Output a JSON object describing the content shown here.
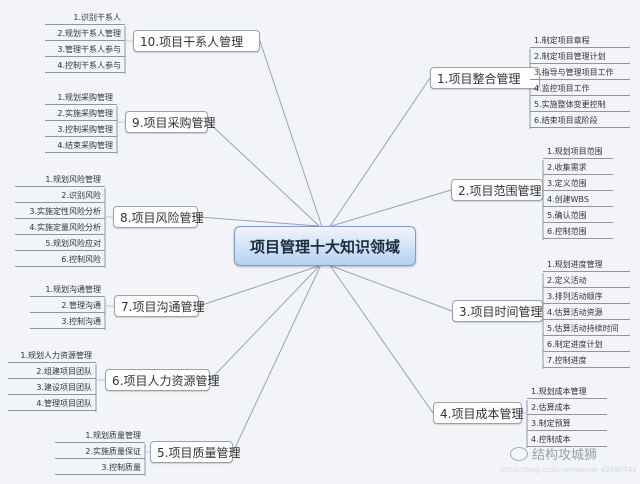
{
  "center": {
    "label": "项目管理十大知识领域"
  },
  "colors": {
    "background": "#f2f4f7",
    "center_fill": "#cfe2f7",
    "center_border": "#7d9cc4",
    "line": "#9aa3ad"
  },
  "areas": [
    {
      "label": "1.项目整合管理",
      "side": "right",
      "items": [
        "1.制定项目章程",
        "2.制定项目管理计划",
        "3.指导与管理项目工作",
        "4.监控项目工作",
        "5.实施整体变更控制",
        "6.结束项目或阶段"
      ]
    },
    {
      "label": "2.项目范围管理",
      "side": "right",
      "items": [
        "1.规划项目范围",
        "2.收集需求",
        "3.定义范围",
        "4.创建WBS",
        "5.确认范围",
        "6.控制范围"
      ]
    },
    {
      "label": "3.项目时间管理",
      "side": "right",
      "items": [
        "1.规划进度管理",
        "2.定义活动",
        "3.排列活动顺序",
        "4.估算活动资源",
        "5.估算活动持续时间",
        "6.制定进度计划",
        "7.控制进度"
      ]
    },
    {
      "label": "4.项目成本管理",
      "side": "right",
      "items": [
        "1.规划成本管理",
        "2.估算成本",
        "3.制定预算",
        "4.控制成本"
      ]
    },
    {
      "label": "5.项目质量管理",
      "side": "left",
      "items": [
        "1.规划质量管理",
        "2.实施质量保证",
        "3.控制质量"
      ]
    },
    {
      "label": "6.项目人力资源管理",
      "side": "left",
      "items": [
        "1.规划人力资源管理",
        "2.组建项目团队",
        "3.建设项目团队",
        "4.管理项目团队"
      ]
    },
    {
      "label": "7.项目沟通管理",
      "side": "left",
      "items": [
        "1.规划沟通管理",
        "2.管理沟通",
        "3.控制沟通"
      ]
    },
    {
      "label": "8.项目风险管理",
      "side": "left",
      "items": [
        "1.规划风险管理",
        "2.识别风险",
        "3.实施定性风险分析",
        "4.实施定量风险分析",
        "5.规划风险应对",
        "6.控制风险"
      ]
    },
    {
      "label": "9.项目采购管理",
      "side": "left",
      "items": [
        "1.规划采购管理",
        "2.实施采购管理",
        "3.控制采购管理",
        "4.结束采购管理"
      ]
    },
    {
      "label": "10.项目干系人管理",
      "side": "left",
      "items": [
        "1.识别干系人",
        "2.规划干系人管理",
        "3.管理干系人参与",
        "4.控制干系人参与"
      ]
    }
  ],
  "watermark": {
    "name": "结构攻城狮",
    "url": "https://blog.csdn.net/weixin_42490743"
  }
}
